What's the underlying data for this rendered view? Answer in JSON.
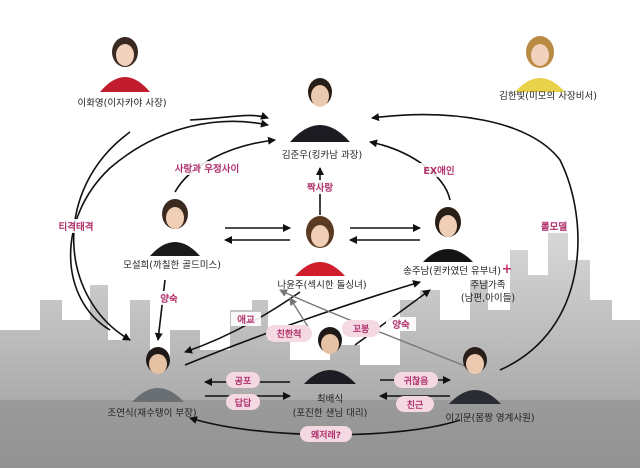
{
  "people": {
    "hwayoung": "이화영(이자카야 사장)",
    "hanbit": "김한빛(미모의 사장비서)",
    "junwoo": "김준우(킹카남 과장)",
    "seolhee": "모설희(까칠한 골드미스)",
    "yunju": "나윤주(섹시한 돌싱녀)",
    "junam": "송주남(퀸카였던 유부녀)",
    "junam_family": "주남가족",
    "junam_family_detail": "(남편,아이들)",
    "yeonsik": "조연식(재수탱이 부장)",
    "baesik": "최배식",
    "baesik_detail": "(포진한 샌님 대리)",
    "gimun": "이기문(몸짱 영계사원)"
  },
  "relations": {
    "love_friend": "사랑과 우정사이",
    "ex_lover": "EX애인",
    "crush": "짝사랑",
    "quarrel": "티격태격",
    "role_model": "롤모델",
    "fawn_1": "양숙",
    "fawn_2": "양숙",
    "aegyo": "애교",
    "sibling": "친한척",
    "kkobong": "꼬봉",
    "fear": "공포",
    "frustration": "답답",
    "annoying": "귀찮음",
    "close": "친근",
    "why": "왜저래?",
    "plus": "+"
  },
  "colors": {
    "relation_text": "#b0306a",
    "pill_fill": "#f4d9e3",
    "arrow": "#111111"
  }
}
